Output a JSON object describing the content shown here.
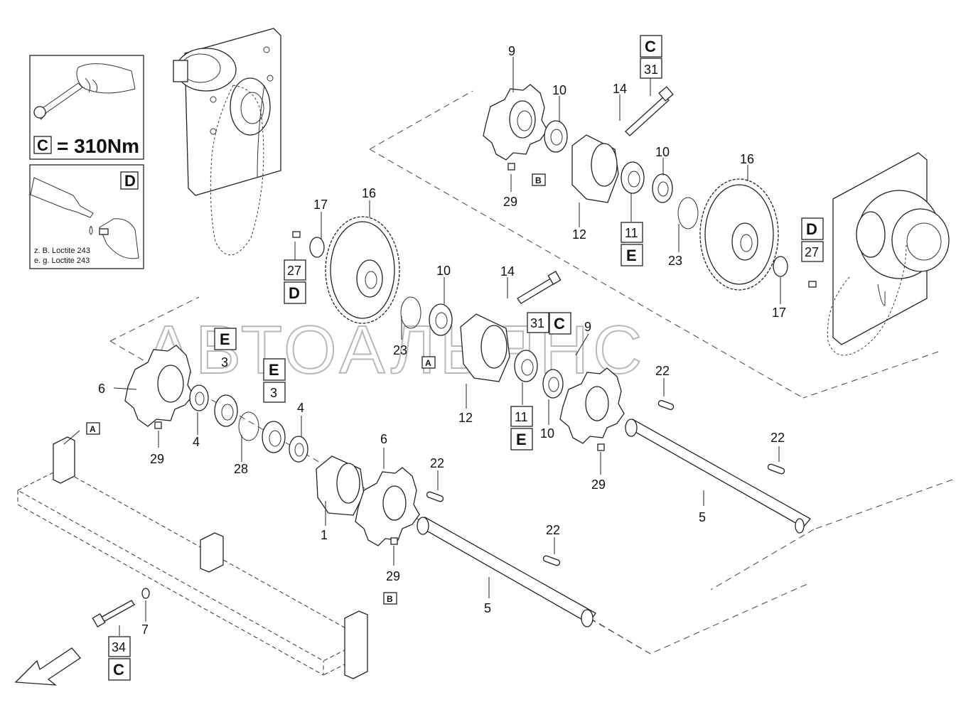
{
  "watermark": "АВТОАЛЬЯНС",
  "legend": {
    "torque_code": "C",
    "torque_text": "= 310Nm",
    "adhesive_code": "D",
    "adhesive_line1": "z. B. Loctite 243",
    "adhesive_line2": "e. g. Loctite 243"
  },
  "callouts": {
    "c9_top": "9",
    "c10_top": "10",
    "c14_top": "14",
    "c31_top": "31",
    "C_top": "C",
    "c29_top": "29",
    "B_top": "B",
    "c12_top": "12",
    "c10_top_b": "10",
    "c16_right": "16",
    "c11_top": "11",
    "E_top": "E",
    "c23_right": "23",
    "D_right": "D",
    "c27_right": "27",
    "c17_right": "17",
    "c17_left": "17",
    "c16_left": "16",
    "c27_left": "27",
    "D_left": "D",
    "c10_mid": "10",
    "c14_mid": "14",
    "c31_mid": "31",
    "C_mid": "C",
    "c23_mid": "23",
    "A_mid": "A",
    "c9_mid": "9",
    "c12_mid": "12",
    "c11_mid": "11",
    "E_mid": "E",
    "c10_mid_b": "10",
    "c22_mid": "22",
    "c29_mid": "29",
    "c22_right": "22",
    "c5_right": "5",
    "E_lower_a": "E",
    "c3_a": "3",
    "E_lower_b": "E",
    "c3_b": "3",
    "c6_left": "6",
    "c29_left": "29",
    "c4_a": "4",
    "c28": "28",
    "c4_b": "4",
    "A_left": "A",
    "c6_lower": "6",
    "c1": "1",
    "c29_lower": "29",
    "c22_lower": "22",
    "c22_lower_b": "22",
    "c5_lower": "5",
    "B_lower": "B",
    "c7": "7",
    "c34": "34",
    "C_lower": "C"
  }
}
